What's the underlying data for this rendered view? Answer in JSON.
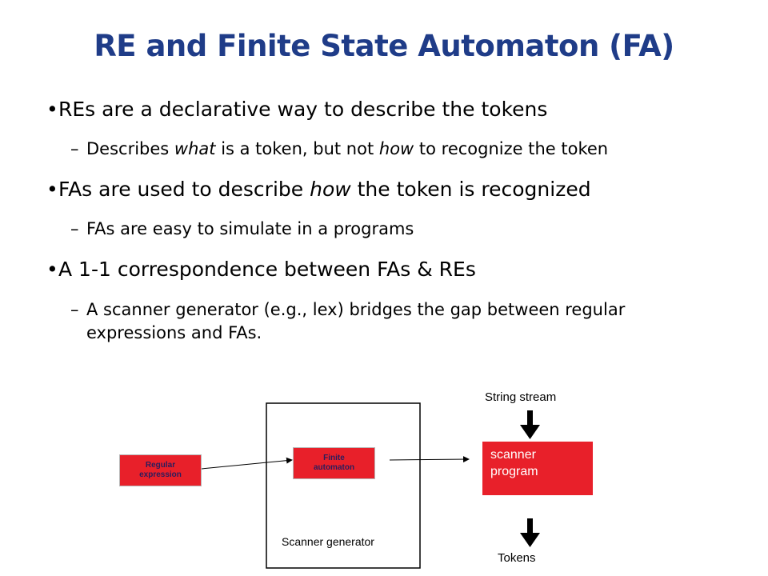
{
  "slide": {
    "title": "RE and Finite State Automaton (FA)",
    "title_color": "#1f3c88",
    "bullets": [
      {
        "text": "REs are a declarative way to describe the tokens",
        "sub": {
          "part1": "Describes ",
          "em1": "what",
          "part2": " is a token, but not ",
          "em2": "how",
          "part3": " to recognize the token"
        }
      },
      {
        "text_part1": "FAs are used to describe ",
        "text_em": "how",
        "text_part2": " the token is recognized",
        "sub": "FAs are easy to simulate in a programs"
      },
      {
        "text": "A 1-1 correspondence between FAs & REs",
        "sub": "A scanner generator (e.g., lex) bridges the gap between regular expressions and FAs."
      }
    ],
    "bullet_glyph": "•",
    "dash_glyph": "–"
  },
  "diagram": {
    "regular_expression": "Regular expression",
    "finite_automaton": "Finite automaton",
    "scanner_generator": "Scanner generator",
    "scanner_program": "scanner program",
    "string_stream": "String stream",
    "tokens": "Tokens",
    "box_fill": "#e8202a",
    "small_box_text": "#2b1d5c"
  }
}
